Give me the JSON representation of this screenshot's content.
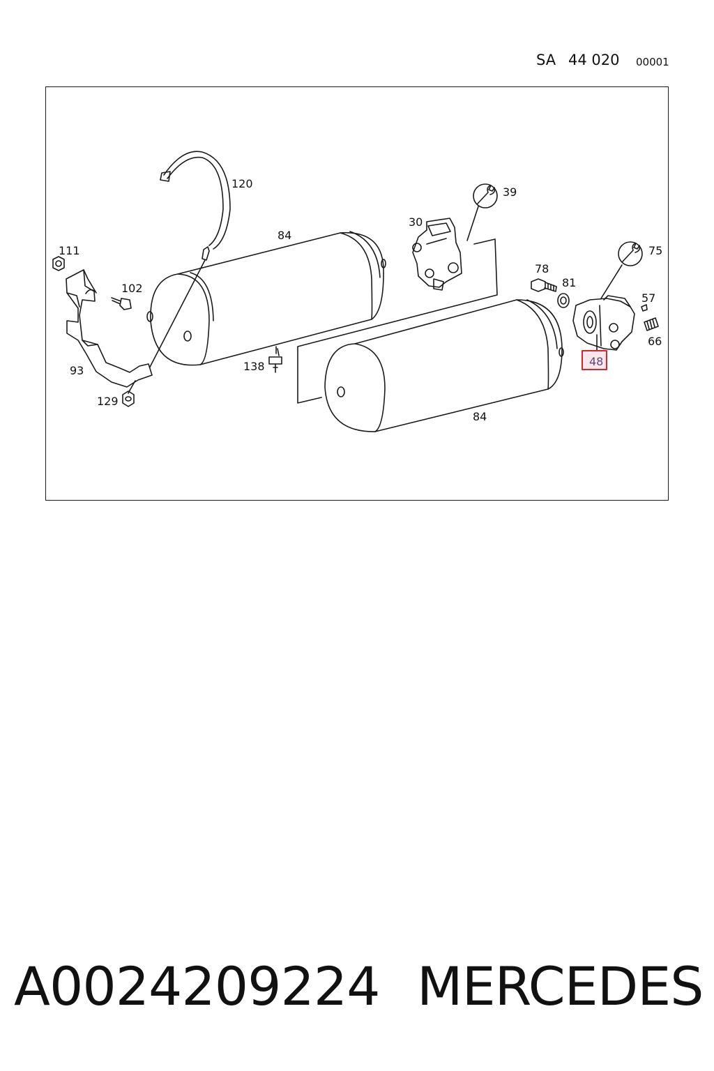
{
  "header": {
    "sa": "SA",
    "group": "44 020",
    "sheet": "00001"
  },
  "callouts": {
    "c120": "120",
    "c84a": "84",
    "c84b": "84",
    "c39": "39",
    "c30": "30",
    "c75": "75",
    "c111": "111",
    "c102": "102",
    "c78": "78",
    "c81": "81",
    "c57": "57",
    "c66": "66",
    "c93": "93",
    "c138": "138",
    "c129": "129",
    "c48": "48"
  },
  "highlight": {
    "part": "48",
    "color": "#d9232d",
    "fill": "#fbe6ec"
  },
  "footer": {
    "part_number": "A0024209224",
    "make": "MERCEDES"
  },
  "icons": [
    "wrench-icon"
  ]
}
